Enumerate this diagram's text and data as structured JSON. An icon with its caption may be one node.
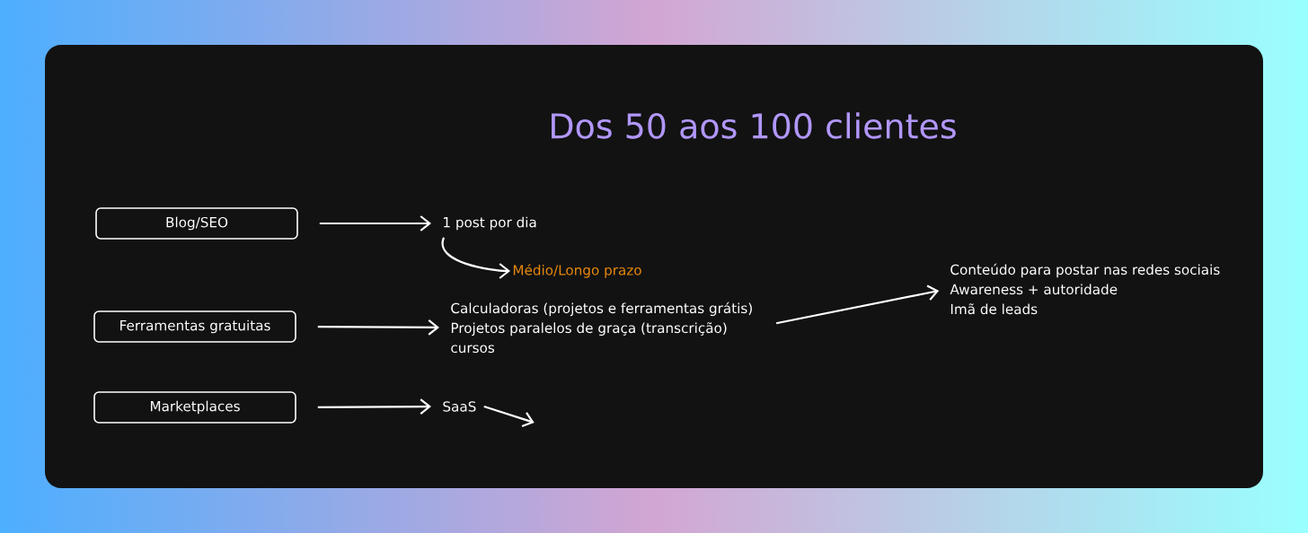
{
  "diagram": {
    "title": "Dos 50 aos 100 clientes",
    "nodes": [
      {
        "text": [
          "Blog/SEO"
        ]
      },
      {
        "text": [
          "1 post por dia"
        ]
      },
      {
        "text": [
          "Médio/Longo prazo"
        ]
      },
      {
        "text": [
          "Ferramentas gratuitas"
        ]
      },
      {
        "text": [
          "Calculadoras (projetos e ferramentas grátis)",
          "Projetos paralelos de graça (transcrição)",
          "cursos"
        ]
      },
      {
        "text": [
          "Conteúdo para postar nas redes sociais",
          "Awareness + autoridade",
          "Imã de leads"
        ]
      },
      {
        "text": [
          "Marketplaces"
        ]
      },
      {
        "text": [
          "SaaS"
        ]
      }
    ],
    "edges": [
      {
        "from": 0,
        "to": 1,
        "arrow": "to"
      },
      {
        "from": 1,
        "to": 2,
        "arrow": "to"
      },
      {
        "from": 3,
        "to": 4,
        "arrow": "to"
      },
      {
        "from": 4,
        "to": 5,
        "arrow": "to"
      },
      {
        "from": 6,
        "to": 7,
        "arrow": "to"
      },
      {
        "from": 7,
        "to": null,
        "arrow": "to"
      }
    ]
  }
}
